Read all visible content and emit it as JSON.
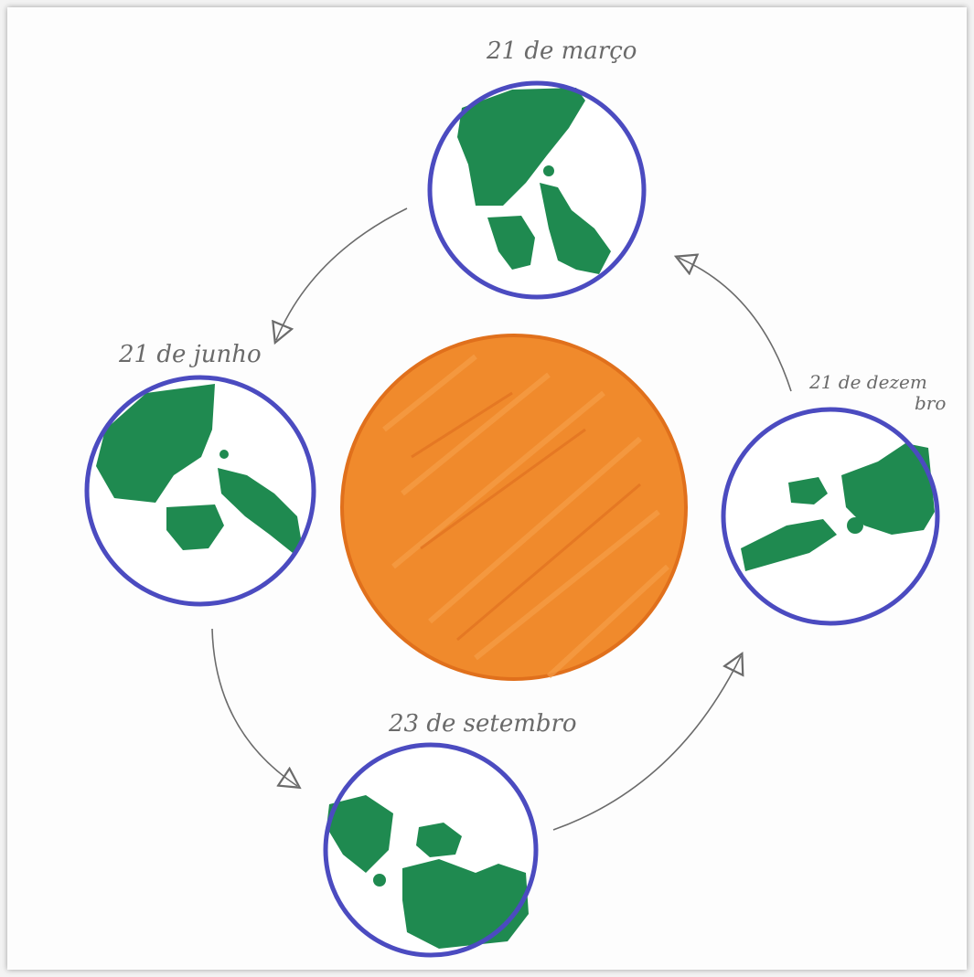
{
  "colors": {
    "sun": "#f08a2c",
    "sun_dark": "#e0701c",
    "earth_outline": "#4b4bc0",
    "land": "#1f8a50",
    "pencil": "#6b6b6b"
  },
  "labels": {
    "top": "21 de março",
    "left": "21 de junho",
    "right_line1": "21 de dezem",
    "right_line2": "bro",
    "bottom": "23 de setembro"
  }
}
